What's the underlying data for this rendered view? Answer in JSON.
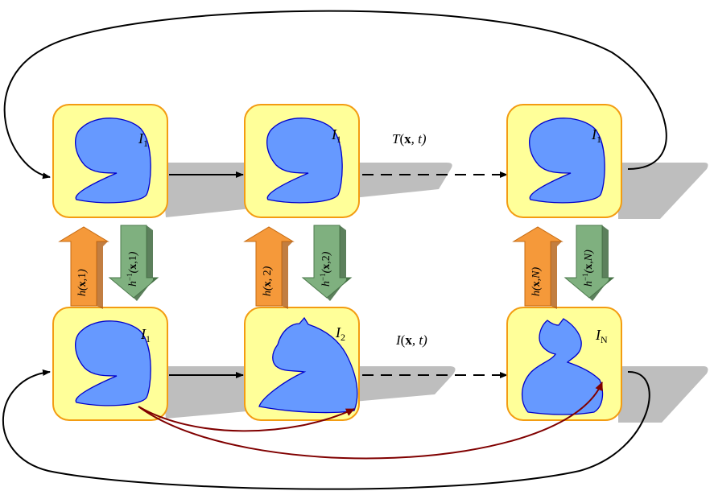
{
  "frames_top": [
    {
      "base": "I",
      "sub": "1"
    },
    {
      "base": "I",
      "sub": "1"
    },
    {
      "base": "I",
      "sub": "1"
    }
  ],
  "frames_bottom": [
    {
      "base": "I",
      "sub": "1"
    },
    {
      "base": "I",
      "sub": "2"
    },
    {
      "base": "I",
      "sub": "N"
    }
  ],
  "row_labels": {
    "top": {
      "fn": "T",
      "args_open": "(",
      "x": "x",
      "rest": ", t)"
    },
    "bottom": {
      "fn": "I",
      "args_open": "(",
      "x": "x",
      "rest": ", t)"
    }
  },
  "forward_maps": [
    {
      "fn": "h",
      "x": "x",
      "arg": "1"
    },
    {
      "fn": "h",
      "x": "x",
      "arg": " 2"
    },
    {
      "fn": "h",
      "x": "x",
      "arg": "N"
    }
  ],
  "inverse_maps": [
    {
      "fn": "h",
      "exp": "−1",
      "x": "x",
      "arg": "1"
    },
    {
      "fn": "h",
      "exp": "−1",
      "x": "x",
      "arg": "2"
    },
    {
      "fn": "h",
      "exp": "−1",
      "x": "x",
      "arg": "N"
    }
  ],
  "colors": {
    "frame_fill": "#ffff99",
    "frame_border": "#f39c12",
    "shape_fill": "#6699ff",
    "shape_stroke": "#0000cc",
    "shadow": "#b3b3b3",
    "forward_arrow": "#f5993a",
    "inverse_arrow": "#7fb07f",
    "registration_arrow": "#800000"
  }
}
